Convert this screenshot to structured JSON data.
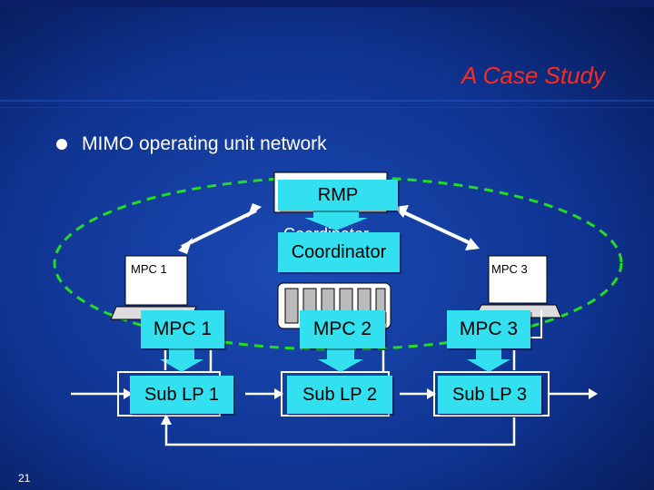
{
  "slide": {
    "title": "A Case Study",
    "bullet": "MIMO operating unit network",
    "page_number": "21"
  },
  "nodes": {
    "rmp": "RMP",
    "coordinator_ghost": "Coordinator",
    "coordinator": "Coordinator",
    "mpc1_small": "MPC 1",
    "mpc3_small": "MPC 3",
    "mpc1": "MPC 1",
    "mpc2": "MPC 2",
    "mpc3": "MPC 3",
    "sublp1": "Sub LP 1",
    "sublp2": "Sub LP 2",
    "sublp3": "Sub LP 3"
  },
  "colors": {
    "accent_box": "#33e0f0",
    "title": "#ff2a1a",
    "dashed_ellipse": "#22dd22",
    "background": "#0b2a78"
  }
}
